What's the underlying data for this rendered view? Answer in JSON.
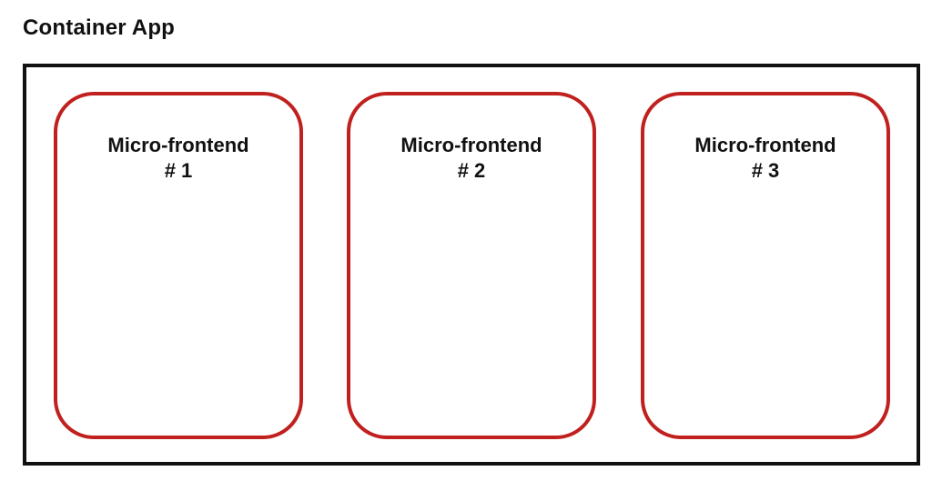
{
  "title": "Container App",
  "colors": {
    "container_border": "#111111",
    "micro_frontend_border": "#c0201e",
    "background": "#ffffff"
  },
  "micro_frontends": [
    {
      "name": "Micro-frontend",
      "number": "# 1"
    },
    {
      "name": "Micro-frontend",
      "number": "# 2"
    },
    {
      "name": "Micro-frontend",
      "number": "# 3"
    }
  ]
}
